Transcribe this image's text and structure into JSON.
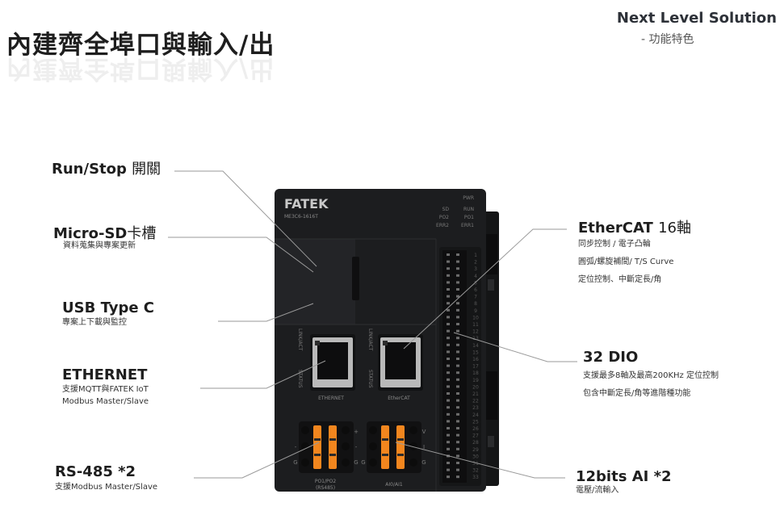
{
  "title": "內建齊全埠口與輸入/出",
  "brand": {
    "name": "Next Level Solution",
    "subtitle": "- 功能特色"
  },
  "features_left": [
    {
      "label": "Run/Stop",
      "label_suffix": "開關",
      "desc": []
    },
    {
      "label": "Micro-SD",
      "label_suffix": "卡槽",
      "desc": [
        "資料蒐集與專案更新"
      ]
    },
    {
      "label": "USB Type C",
      "label_suffix": "",
      "desc": [
        "專案上下載與監控"
      ]
    },
    {
      "label": "ETHERNET",
      "label_suffix": "",
      "desc": [
        "支援MQTT與FATEK IoT",
        "Modbus Master/Slave"
      ]
    },
    {
      "label": "RS-485 *2",
      "label_suffix": "",
      "desc": [
        "支援Modbus Master/Slave"
      ]
    }
  ],
  "features_right": [
    {
      "label": "EtherCAT",
      "label_suffix": "16軸",
      "desc": [
        "同步控制 / 電子凸輪",
        "圓弧/螺旋補間/ T/S Curve",
        "定位控制、中斷定長/角"
      ]
    },
    {
      "label": "32 DIO",
      "label_suffix": "",
      "desc": [
        "支援最多8軸及最高200KHz 定位控制",
        "包含中斷定長/角等進階種功能"
      ]
    },
    {
      "label": "12bits AI *2",
      "label_suffix": "",
      "desc": [
        "電壓/流輸入"
      ]
    }
  ],
  "device": {
    "brand": "FATEK",
    "model": "ME3C6-1616T",
    "leds_left": [
      "SD",
      "PO2",
      "ERR2"
    ],
    "leds_right": [
      "PWR",
      "RUN",
      "PO1",
      "ERR1"
    ],
    "port1_side": [
      "LINK/ACT",
      "STATUS"
    ],
    "port1_label": "ETHERNET",
    "port2_side": [
      "LINK/ACT",
      "STATUS"
    ],
    "port2_label": "EtherCAT",
    "term1_label": [
      "PO1/PO2",
      "(RS485)"
    ],
    "term2_label": "AI0/AI1",
    "term_marks_left": [
      "+",
      "-",
      "G"
    ],
    "term_marks_right": [
      "V",
      "I",
      "G"
    ],
    "pin_numbers": [
      "1",
      "2",
      "3",
      "4",
      "5",
      "6",
      "7",
      "8",
      "9",
      "10",
      "11",
      "12",
      "13",
      "14",
      "15",
      "16",
      "17",
      "18",
      "19",
      "20",
      "21",
      "22",
      "23",
      "24",
      "25",
      "26",
      "27",
      "28",
      "29",
      "30",
      "31",
      "32",
      "33"
    ]
  },
  "colors": {
    "background": "#ffffff",
    "device_body": "#1c1d1f",
    "terminal_orange": "#f2861e",
    "leader_line": "#9a9a9a"
  }
}
